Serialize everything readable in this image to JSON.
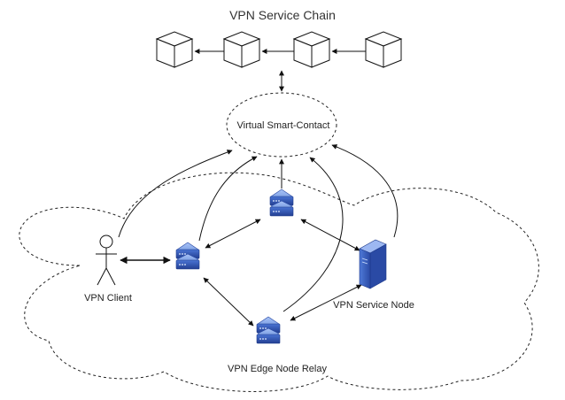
{
  "diagram": {
    "title": "VPN Service Chain",
    "contract_label": "Virtual Smart-Contact",
    "client_label": "VPN Client",
    "service_node_label": "VPN Service Node",
    "edge_relay_label": "VPN Edge Node Relay"
  },
  "colors": {
    "node_blue": "#3a62c4",
    "node_highlight": "#8fb0f0",
    "line": "#111111"
  },
  "icons": [
    "cube-icon",
    "server-stack-icon",
    "tower-server-icon",
    "stick-figure-icon"
  ]
}
